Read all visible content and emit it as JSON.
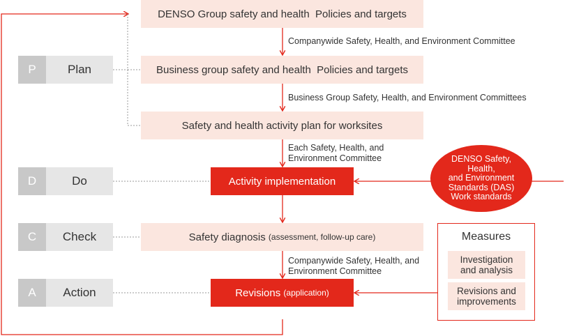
{
  "policy_boxes": {
    "group_policies": "DENSO Group safety and health  Policies and targets",
    "business_policies": "Business group safety and health  Policies and targets",
    "worksite_plan": "Safety and health activity plan for worksites"
  },
  "committee_labels": {
    "companywide_1": "Companywide Safety, Health, and Environment Committee",
    "business_group": "Business Group Safety, Health, and Environment Committees",
    "each_line1": "Each Safety, Health, and",
    "each_line2": "Environment Committee",
    "companywide_2_line1": "Companywide Safety, Health, and",
    "companywide_2_line2": "Environment Committee"
  },
  "process_boxes": {
    "activity": "Activity implementation",
    "diagnosis": "Safety diagnosis",
    "diagnosis_note": "(assessment, follow-up care)",
    "revisions": "Revisions",
    "revisions_note": "(application)"
  },
  "pdca": [
    {
      "letter": "P",
      "label": "Plan"
    },
    {
      "letter": "D",
      "label": "Do"
    },
    {
      "letter": "C",
      "label": "Check"
    },
    {
      "letter": "A",
      "label": "Action"
    }
  ],
  "standards": {
    "line1": "DENSO Safety,",
    "line2": "Health,",
    "line3": "and Environment",
    "line4": "Standards (DAS)",
    "line5": "Work standards"
  },
  "measures": {
    "title": "Measures",
    "item1_line1": "Investigation",
    "item1_line2": "and analysis",
    "item2_line1": "Revisions and",
    "item2_line2": "improvements"
  },
  "colors": {
    "red": "#e3281b",
    "light": "#fbe6df",
    "gray_letter": "#c8c8c8",
    "gray_stage": "#e6e6e6"
  }
}
